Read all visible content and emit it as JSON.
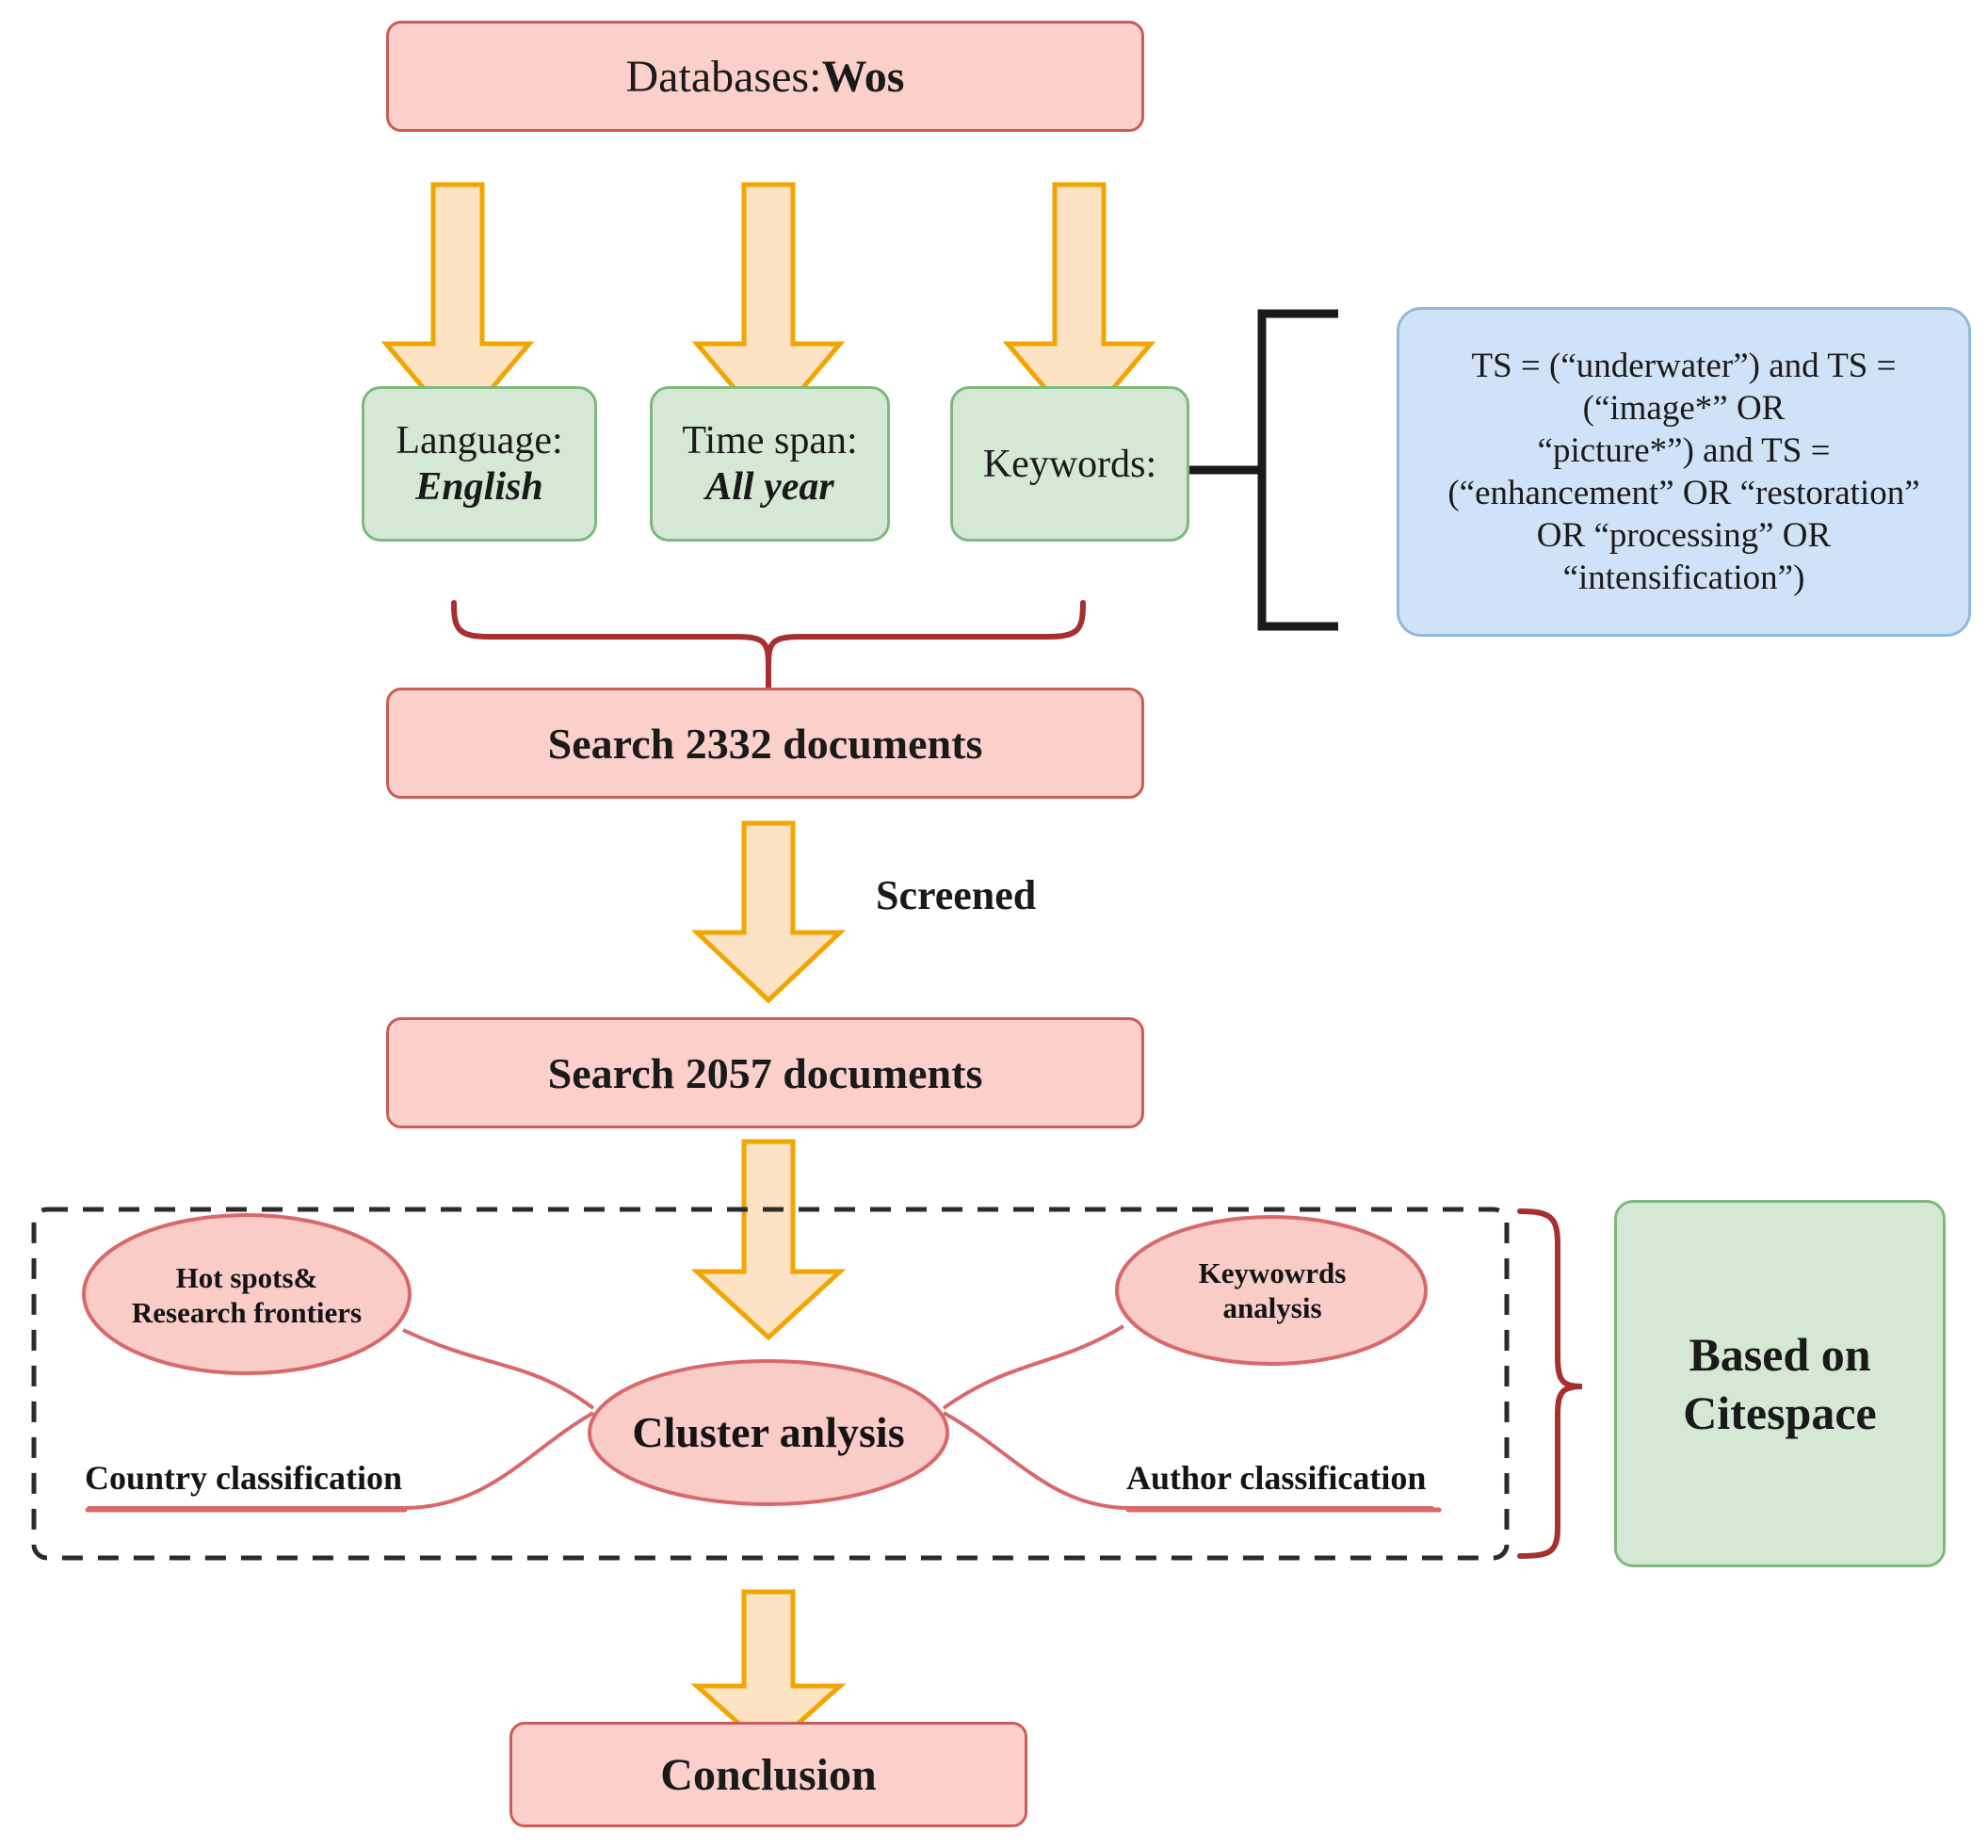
{
  "diagram": {
    "title": "Literature search and bibliometric analysis workflow",
    "colors": {
      "pink_fill": "#FBD0CA",
      "pink_stroke": "#CB5C56",
      "green_fill": "#D5E8D4",
      "green_stroke": "#7FB87C",
      "blue_fill": "#CFE2F7",
      "blue_stroke": "#8FB8E0",
      "arrow_fill": "#FDE3C4",
      "arrow_stroke": "#F0A500",
      "brace_stroke": "#A63030",
      "bracket_stroke": "#1A1A1A",
      "dashed_stroke": "#2B2B2B",
      "ellipse_fill": "#F9CCC8",
      "ellipse_stroke": "#D9686A"
    },
    "nodes": {
      "database": {
        "prefix": "Databases:",
        "value": "Wos"
      },
      "language": {
        "label": "Language:",
        "value": "English"
      },
      "timespan": {
        "label": "Time span:",
        "value": "All year"
      },
      "keywords": {
        "label": "Keywords:"
      },
      "query": "TS = (“underwater”) and TS = (“image*” OR “picture*”) and TS = (“enhancement” OR “restoration” OR “processing” OR “intensification”)",
      "query_lines": [
        "TS = (“underwater”) and TS =",
        "(“image*” OR",
        "“picture*”) and TS =",
        "(“enhancement” OR “restoration”",
        "OR “processing” OR",
        "“intensification”)"
      ],
      "search_initial": "Search 2332 documents",
      "screened_label": "Screened",
      "search_screened": "Search 2057 documents",
      "conclusion": "Conclusion",
      "based_on": {
        "line1": "Based on",
        "line2": "Citespace"
      }
    },
    "analysis": {
      "center": "Cluster anlysis",
      "hot_spots": {
        "line1": "Hot spots&",
        "line2": "Research frontiers"
      },
      "keywords_analysis": {
        "line1": "Keywowrds",
        "line2": "analysis"
      },
      "country": "Country classification",
      "author": "Author classification"
    },
    "counts": {
      "initial_documents": 2332,
      "screened_documents": 2057
    }
  }
}
